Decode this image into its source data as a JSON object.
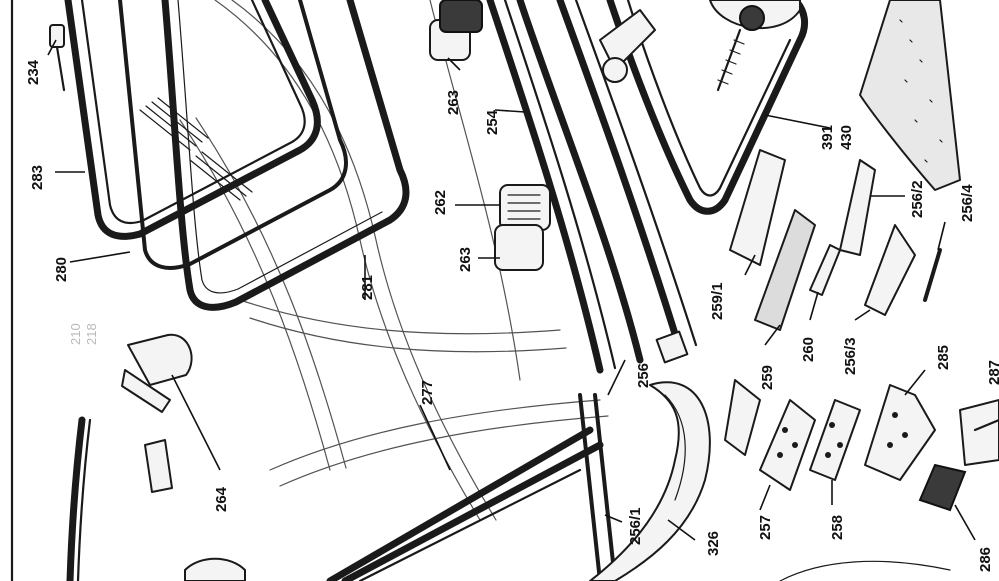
{
  "diagram": {
    "callouts": [
      {
        "id": "234",
        "text": "234"
      },
      {
        "id": "283",
        "text": "283"
      },
      {
        "id": "280",
        "text": "280"
      },
      {
        "id": "281",
        "text": "281"
      },
      {
        "id": "263a",
        "text": "263"
      },
      {
        "id": "254",
        "text": "254"
      },
      {
        "id": "262",
        "text": "262"
      },
      {
        "id": "263b",
        "text": "263"
      },
      {
        "id": "391",
        "text": "391"
      },
      {
        "id": "430",
        "text": "430"
      },
      {
        "id": "256_2",
        "text": "256/2"
      },
      {
        "id": "256_4",
        "text": "256/4"
      },
      {
        "id": "259_1",
        "text": "259/1"
      },
      {
        "id": "259",
        "text": "259"
      },
      {
        "id": "260",
        "text": "260"
      },
      {
        "id": "256_3",
        "text": "256/3"
      },
      {
        "id": "285",
        "text": "285"
      },
      {
        "id": "287",
        "text": "287"
      },
      {
        "id": "264",
        "text": "264"
      },
      {
        "id": "277",
        "text": "277"
      },
      {
        "id": "256",
        "text": "256"
      },
      {
        "id": "256_1",
        "text": "256/1"
      },
      {
        "id": "326",
        "text": "326"
      },
      {
        "id": "257",
        "text": "257"
      },
      {
        "id": "258",
        "text": "258"
      },
      {
        "id": "286",
        "text": "286"
      }
    ],
    "faint_marks": [
      "210",
      "218"
    ]
  }
}
